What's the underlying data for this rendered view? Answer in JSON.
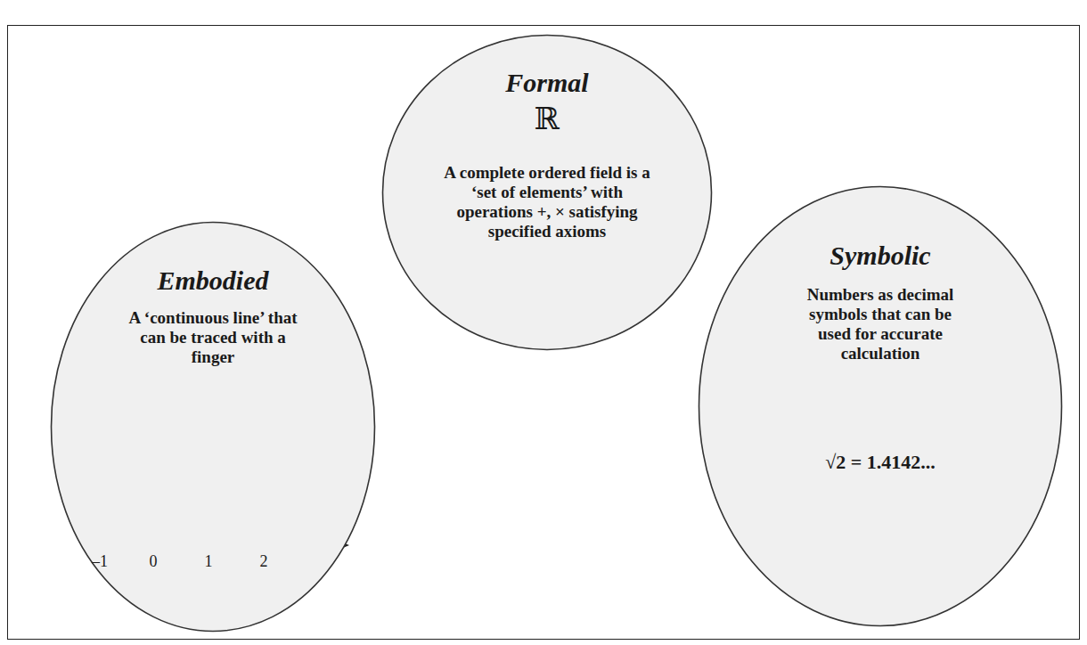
{
  "diagram": {
    "nodes": [
      {
        "text": [
          "Embodied",
          "A ‘continuous line’ that can be traced with a finger"
        ]
      },
      {
        "text": [
          "Formal",
          "ℝ",
          "A complete ordered field is a ‘set of elements’ with operations +, × satisfying specified axioms"
        ]
      },
      {
        "text": [
          "Symbolic",
          "Numbers as decimal symbols that can be used for accurate calculation",
          "√2 = 1.4142..."
        ]
      }
    ],
    "labels": [
      "–1",
      "0",
      "1",
      "2"
    ]
  }
}
